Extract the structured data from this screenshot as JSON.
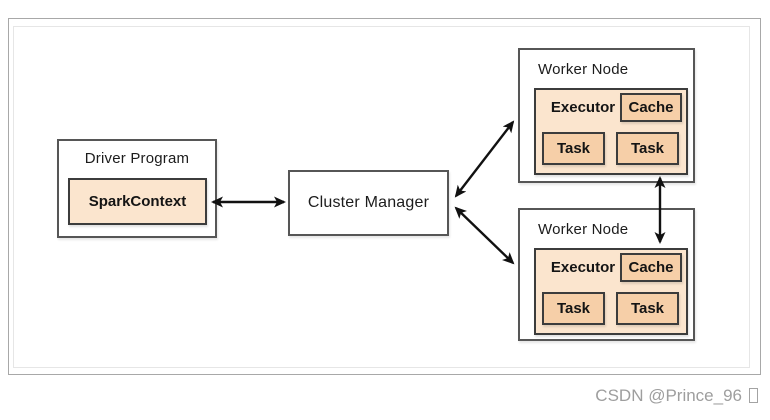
{
  "diagram": {
    "driver": {
      "title": "Driver Program",
      "spark_context_label": "SparkContext"
    },
    "cluster_manager_label": "Cluster Manager",
    "worker_nodes": [
      {
        "title": "Worker Node",
        "executor_label": "Executor",
        "cache_label": "Cache",
        "task_labels": [
          "Task",
          "Task"
        ]
      },
      {
        "title": "Worker Node",
        "executor_label": "Executor",
        "cache_label": "Cache",
        "task_labels": [
          "Task",
          "Task"
        ]
      }
    ],
    "connections": [
      {
        "from": "SparkContext",
        "to": "Cluster Manager",
        "style": "double-headed-arrow"
      },
      {
        "from": "Cluster Manager",
        "to": "Worker Node (top)",
        "style": "double-headed-arrow"
      },
      {
        "from": "Cluster Manager",
        "to": "Worker Node (bottom)",
        "style": "double-headed-arrow"
      },
      {
        "from": "Worker Node (top)",
        "to": "Worker Node (bottom) Cache",
        "style": "double-headed-arrow"
      }
    ],
    "colors": {
      "box_fill_light": "#fbe5ce",
      "box_fill_dark": "#f6cfa8",
      "outer_box_border": "#565656",
      "inner_box_border": "#3c3c3c",
      "arrow": "#111111",
      "frame_border": "#a8a8a8",
      "watermark_text": "#9e9e9e"
    }
  },
  "watermark": {
    "text": "CSDN @Prince_96",
    "missing_glyph_icon": "tofu-box"
  }
}
